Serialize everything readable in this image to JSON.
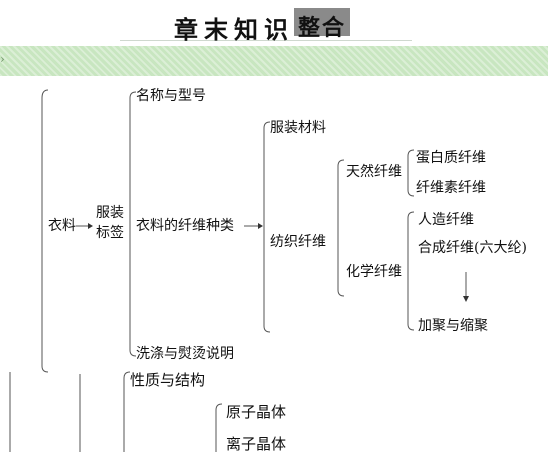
{
  "header": {
    "title_main": "章末知识",
    "title_badge": "整合"
  },
  "band": {
    "arrow_icon": "chevron-right-icon"
  },
  "tree": {
    "root": "衣料",
    "label": "服装\n标签",
    "items": {
      "name_model": "名称与型号",
      "fiber_types": "衣料的纤维种类",
      "washing": "洗涤与熨烫说明"
    },
    "fiber": {
      "garment_material": "服装材料",
      "textile_fiber": "纺织纤维"
    },
    "textile": {
      "natural": "天然纤维",
      "chemical": "化学纤维"
    },
    "natural": {
      "protein": "蛋白质纤维",
      "cellulose": "纤维素纤维"
    },
    "chemical": {
      "artificial": "人造纤维",
      "synthetic": "合成纤维(六大纶)",
      "polymerization": "加聚与缩聚"
    }
  },
  "second_tree": {
    "properties": "性质与结构",
    "atomic_crystal": "原子晶体",
    "ionic_crystal": "离子晶体"
  }
}
